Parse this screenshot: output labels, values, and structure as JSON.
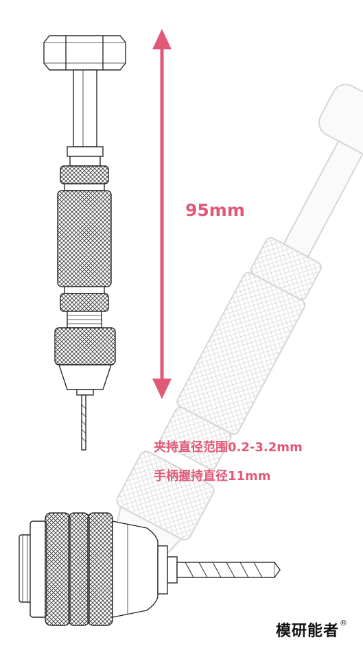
{
  "dimension": {
    "value_label": "95mm"
  },
  "specs": {
    "clamp_range": "夹持直径范围0.2-3.2mm",
    "handle_diameter": "手柄握持直径11mm"
  },
  "brand": {
    "name": "模研能者",
    "mark": "®"
  },
  "colors": {
    "accent": "#e05a78",
    "line": "#2a2a2a",
    "ghost": "#d9d9d9",
    "background": "#ffffff"
  }
}
